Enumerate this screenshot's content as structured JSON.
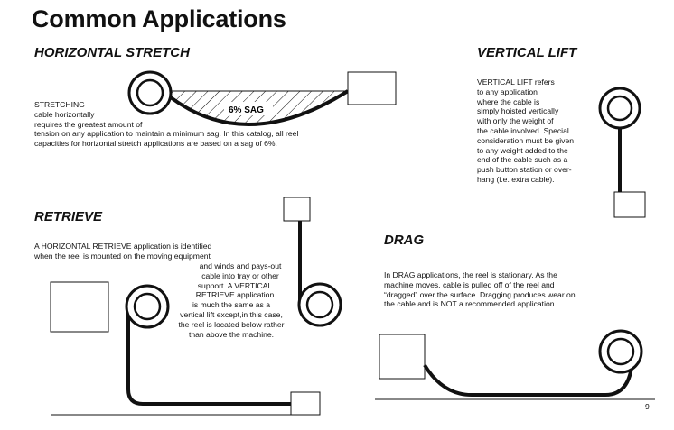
{
  "page": {
    "title": "Common Applications",
    "page_number": "9"
  },
  "horizontal_stretch": {
    "heading": "HORIZONTAL STRETCH",
    "sag_label": "6% SAG",
    "text_lines": [
      "STRETCHING",
      "cable horizontally",
      "requires the greatest amount of",
      "tension on any application to maintain a minimum sag. In this catalog, all reel",
      "capacities for horizontal stretch applications are based on a sag of 6%."
    ]
  },
  "vertical_lift": {
    "heading": "VERTICAL LIFT",
    "text_lines": [
      "VERTICAL LIFT refers",
      "to any application",
      "where the cable is",
      "simply hoisted vertically",
      "with only the weight of",
      "the cable involved. Special",
      "consideration must be given",
      "to any weight added to the",
      "end of the cable such as a",
      "push button station or over-",
      "hang (i.e. extra cable)."
    ]
  },
  "retrieve": {
    "heading": "RETRIEVE",
    "text_lines_full": [
      "A HORIZONTAL RETRIEVE application is identified",
      "when the reel is mounted on the moving equipment"
    ],
    "text_lines_column": [
      "and winds and pays-out",
      "cable into tray or other",
      "support. A VERTICAL",
      "RETRIEVE application",
      "is much the same as a",
      "vertical lift except,in this case,",
      "the reel is located below rather",
      "than above the machine."
    ]
  },
  "drag": {
    "heading": "DRAG",
    "text_lines": [
      "In DRAG applications, the reel is stationary. As the",
      "machine moves, cable is pulled off of the reel and",
      "“dragged” over the surface. Dragging produces wear on",
      "the cable and is NOT a recommended application."
    ]
  }
}
